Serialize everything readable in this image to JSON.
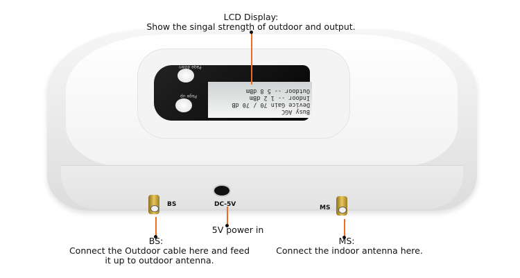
{
  "callouts": {
    "lcd": {
      "title": "LCD Display:",
      "text": "Show the singal strength of outdoor and output."
    },
    "power": {
      "text": "5V power in"
    },
    "bs": {
      "title": "BS:",
      "line1": "Connect the Outdoor cable here and feed",
      "line2": "it up to outdoor antenna."
    },
    "ms": {
      "title": "MS:",
      "text": "Connect the indoor antenna here."
    }
  },
  "device": {
    "buttons": {
      "page_down": "Page down",
      "page_up": "Page up"
    },
    "lcd_lines": [
      "Busy      AGC",
      "Device Gain 70 / 70 dB",
      "Indoor  -- 1 2 dBm",
      "Outdoor -- 5 8 dBm"
    ],
    "ports": {
      "bs": "BS",
      "dc": "DC-5V",
      "ms": "MS"
    }
  },
  "colors": {
    "leader_line": "#f26a1b"
  }
}
